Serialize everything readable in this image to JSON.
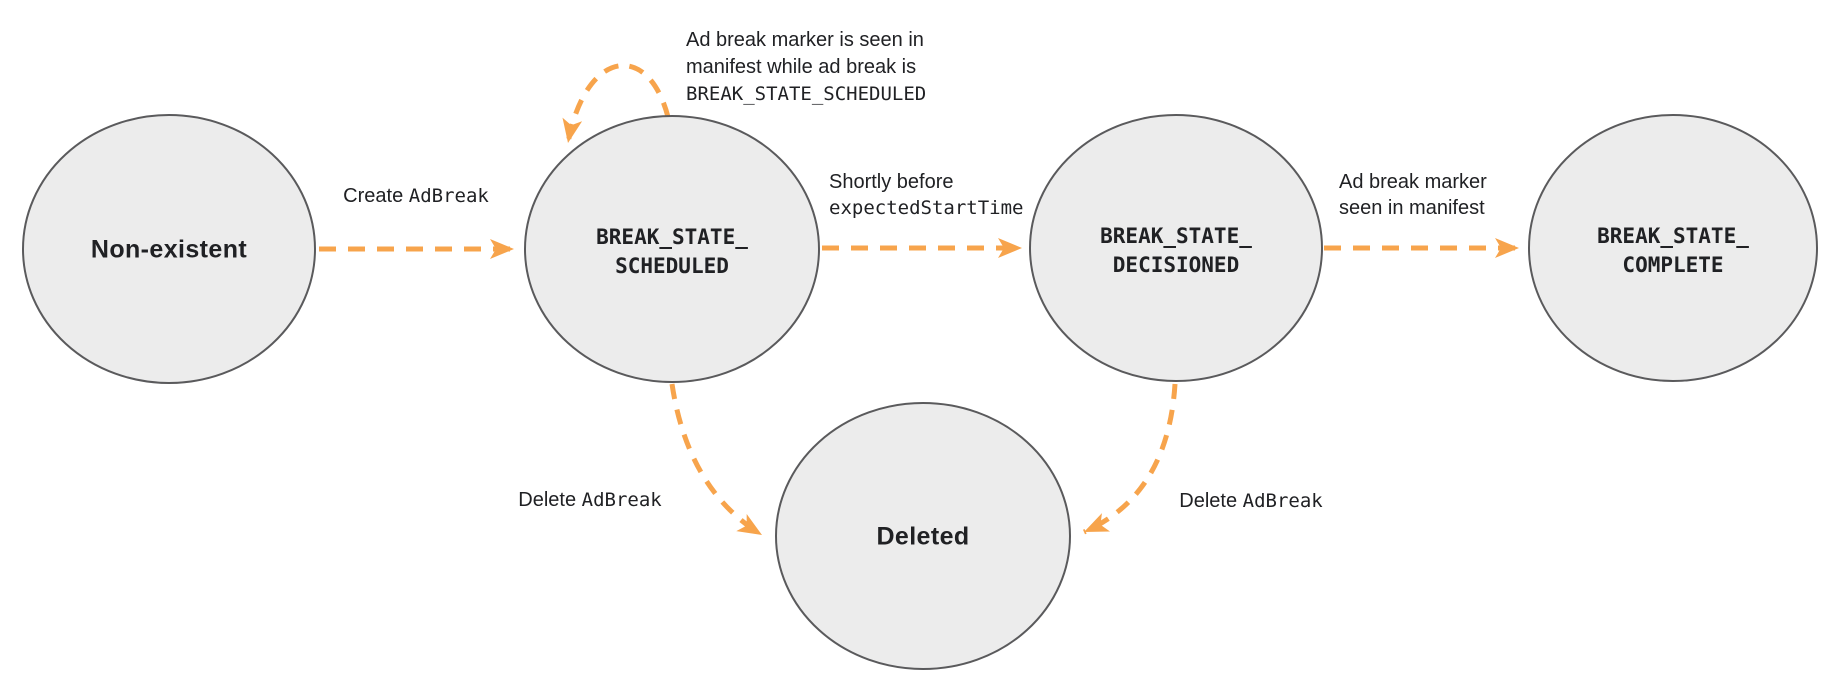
{
  "diagram": {
    "title_hint": "Ad break state machine",
    "colors": {
      "arrow": "#F7A44C",
      "node_fill": "#ECECEC",
      "node_border": "#5A5A5C",
      "text": "#202124"
    },
    "states": {
      "non_existent": {
        "label": "Non-existent"
      },
      "scheduled": {
        "line1": "BREAK_STATE_",
        "line2": "SCHEDULED"
      },
      "decisioned": {
        "line1": "BREAK_STATE_",
        "line2": "DECISIONED"
      },
      "complete": {
        "line1": "BREAK_STATE_",
        "line2": "COMPLETE"
      },
      "deleted": {
        "label": "Deleted"
      }
    },
    "transitions": {
      "create": {
        "text": "Create ",
        "code": "AdBreak"
      },
      "loop": {
        "line1": "Ad break marker is seen in",
        "line2": "manifest while ad break is",
        "code": "BREAK_STATE_SCHEDULED"
      },
      "shortly": {
        "text": "Shortly before",
        "code": "expectedStartTime"
      },
      "marker_seen": {
        "line1": "Ad break marker",
        "line2": "seen in manifest"
      },
      "delete_left": {
        "text": "Delete ",
        "code": "AdBreak"
      },
      "delete_right": {
        "text": "Delete ",
        "code": "AdBreak"
      }
    }
  }
}
